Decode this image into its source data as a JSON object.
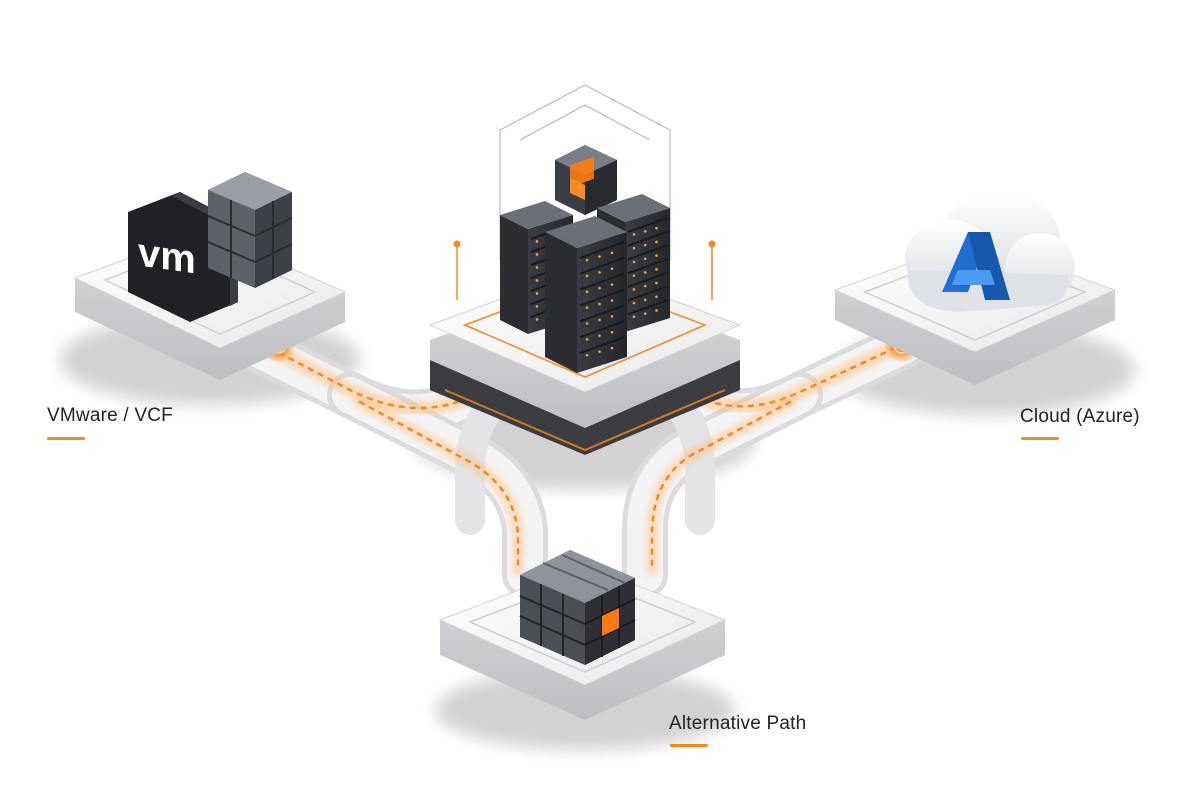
{
  "nodes": {
    "vmware": {
      "label": "VMware / VCF",
      "logo_text": "vm"
    },
    "cloud": {
      "label": "Cloud (Azure)",
      "logo_text": "A"
    },
    "alternative": {
      "label": "Alternative Path"
    },
    "hub": {
      "label": ""
    }
  },
  "colors": {
    "accent": "#f08a24",
    "platform": "#f2f2f3",
    "server": "#2f3237",
    "azure_blue": "#1e6fd1"
  },
  "icons": [
    "vmware-logo-icon",
    "azure-logo-icon",
    "server-rack-icon",
    "cube-stack-icon",
    "glowing-cube-icon"
  ]
}
